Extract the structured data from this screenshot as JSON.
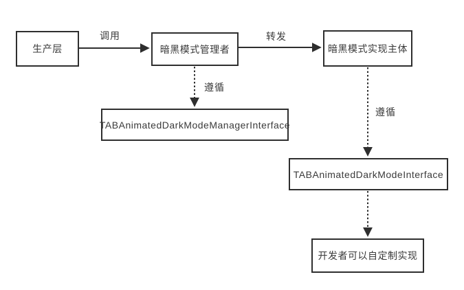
{
  "diagram": {
    "nodes": {
      "producer": "生产层",
      "manager": "暗黑模式管理者",
      "implementor": "暗黑模式实现主体",
      "manager_interface": "TABAnimatedDarkModeManagerInterface",
      "mode_interface": "TABAnimatedDarkModeInterface",
      "custom_impl": "开发者可以自定制实现"
    },
    "edge_labels": {
      "call": "调用",
      "forward": "转发",
      "conform_manager": "遵循",
      "conform_implementor": "遵循"
    },
    "colors": {
      "stroke": "#2e2e2e",
      "text": "#3a3a3a",
      "background": "#ffffff"
    }
  }
}
